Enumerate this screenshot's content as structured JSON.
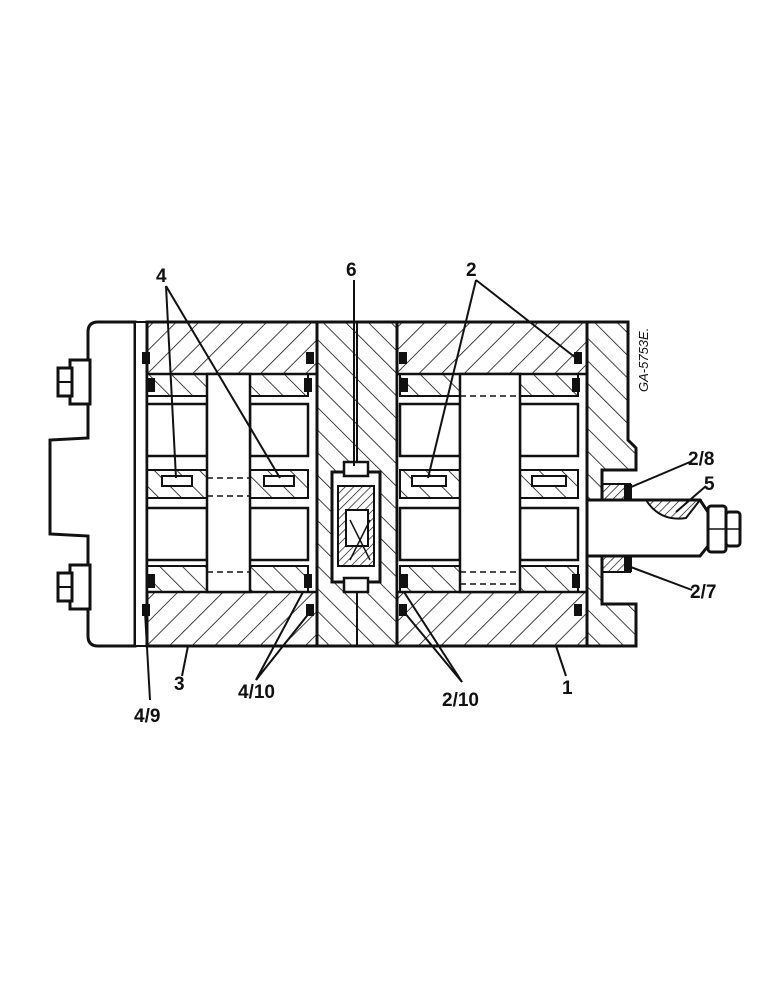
{
  "drawing_code": "GA-5753E.",
  "callouts": {
    "part_4": "4",
    "part_6": "6",
    "part_2": "2",
    "part_2_8": "2/8",
    "part_5": "5",
    "part_2_7": "2/7",
    "part_3": "3",
    "part_4_9": "4/9",
    "part_4_10": "4/10",
    "part_2_10": "2/10",
    "part_1": "1"
  }
}
